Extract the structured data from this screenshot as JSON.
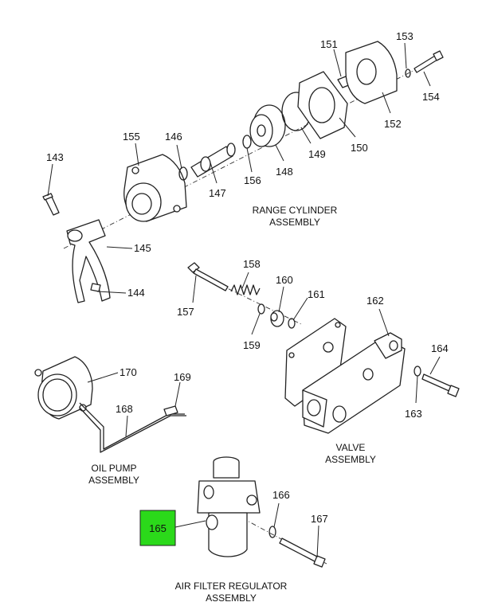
{
  "diagram": {
    "highlight_color": "#2bd91a",
    "callouts": {
      "c143": "143",
      "c144": "144",
      "c145": "145",
      "c146": "146",
      "c147": "147",
      "c148": "148",
      "c149": "149",
      "c150": "150",
      "c151": "151",
      "c152": "152",
      "c153": "153",
      "c154": "154",
      "c155": "155",
      "c156": "156",
      "c157": "157",
      "c158": "158",
      "c159": "159",
      "c160": "160",
      "c161": "161",
      "c162": "162",
      "c163": "163",
      "c164": "164",
      "c165": "165",
      "c166": "166",
      "c167": "167",
      "c168": "168",
      "c169": "169",
      "c170": "170"
    },
    "captions": {
      "range_line1": "RANGE CYLINDER",
      "range_line2": "ASSEMBLY",
      "valve_line1": "VALVE",
      "valve_line2": "ASSEMBLY",
      "oil_line1": "OIL PUMP",
      "oil_line2": "ASSEMBLY",
      "air_line1": "AIR FILTER REGULATOR",
      "air_line2": "ASSEMBLY"
    }
  }
}
